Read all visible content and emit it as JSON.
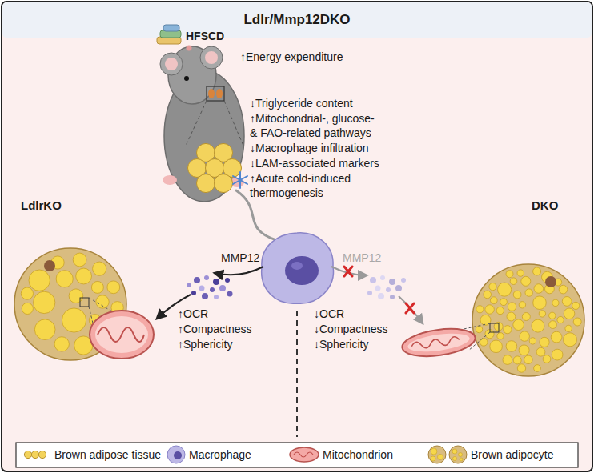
{
  "diagram": {
    "title": "Ldlr/Mmp12DKO",
    "labels": [
      "HFSCD",
      "↑Energy expenditure",
      "↓Triglyceride content",
      "↑Mitochondrial-, glucose- & FAO-related pathways",
      "↓Macrophage infiltration",
      "↓LAM-associated markers",
      "↑Acute cold-induced thermogenesis",
      "LdlrKO",
      "DKO",
      "MMP12",
      "MMP12",
      "↑OCR",
      "↑Compactness",
      "↑Sphericity",
      "↓OCR",
      "↓Compactness",
      "↓Sphericity"
    ],
    "legend": [
      {
        "text": "Brown adipose tissue"
      },
      {
        "text": "Macrophage"
      },
      {
        "text": "Mitochondrion"
      },
      {
        "text": "Brown adipocyte"
      }
    ]
  }
}
